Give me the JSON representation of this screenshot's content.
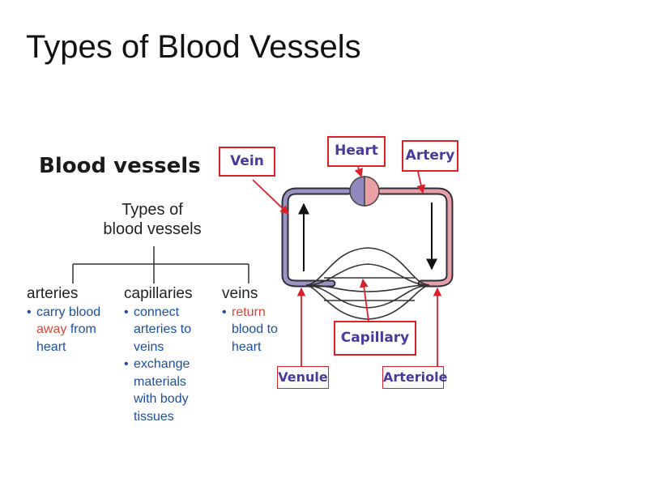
{
  "slide": {
    "title": "Types of Blood Vessels"
  },
  "left_panel": {
    "heading": "Blood vessels",
    "types_line1": "Types of",
    "types_line2": "blood vessels",
    "arteries": {
      "title": "arteries",
      "line1": "carry blood",
      "line2": "away",
      "line2b": "from",
      "line3": "heart"
    },
    "capillaries": {
      "title": "capillaries",
      "b1_l1": "connect",
      "b1_l2": "arteries to",
      "b1_l3": "veins",
      "b2_l1": "exchange",
      "b2_l2": "materials",
      "b2_l3": "with body",
      "b2_l4": "tissues"
    },
    "veins": {
      "title": "veins",
      "line1": "return",
      "line2": "blood to",
      "line3": "heart"
    }
  },
  "circulation": {
    "labels": {
      "vein": "Vein",
      "heart": "Heart",
      "artery": "Artery",
      "capillary": "Capillary",
      "venule": "Venule",
      "arteriole": "Arteriole"
    }
  },
  "colors": {
    "label_border": "#d9202b",
    "label_text": "#4a3a9c",
    "bullet_blue": "#1c4fa0",
    "accent_red": "#d8453a",
    "vein_fill": "#8f86b8",
    "artery_fill": "#e08a90"
  }
}
